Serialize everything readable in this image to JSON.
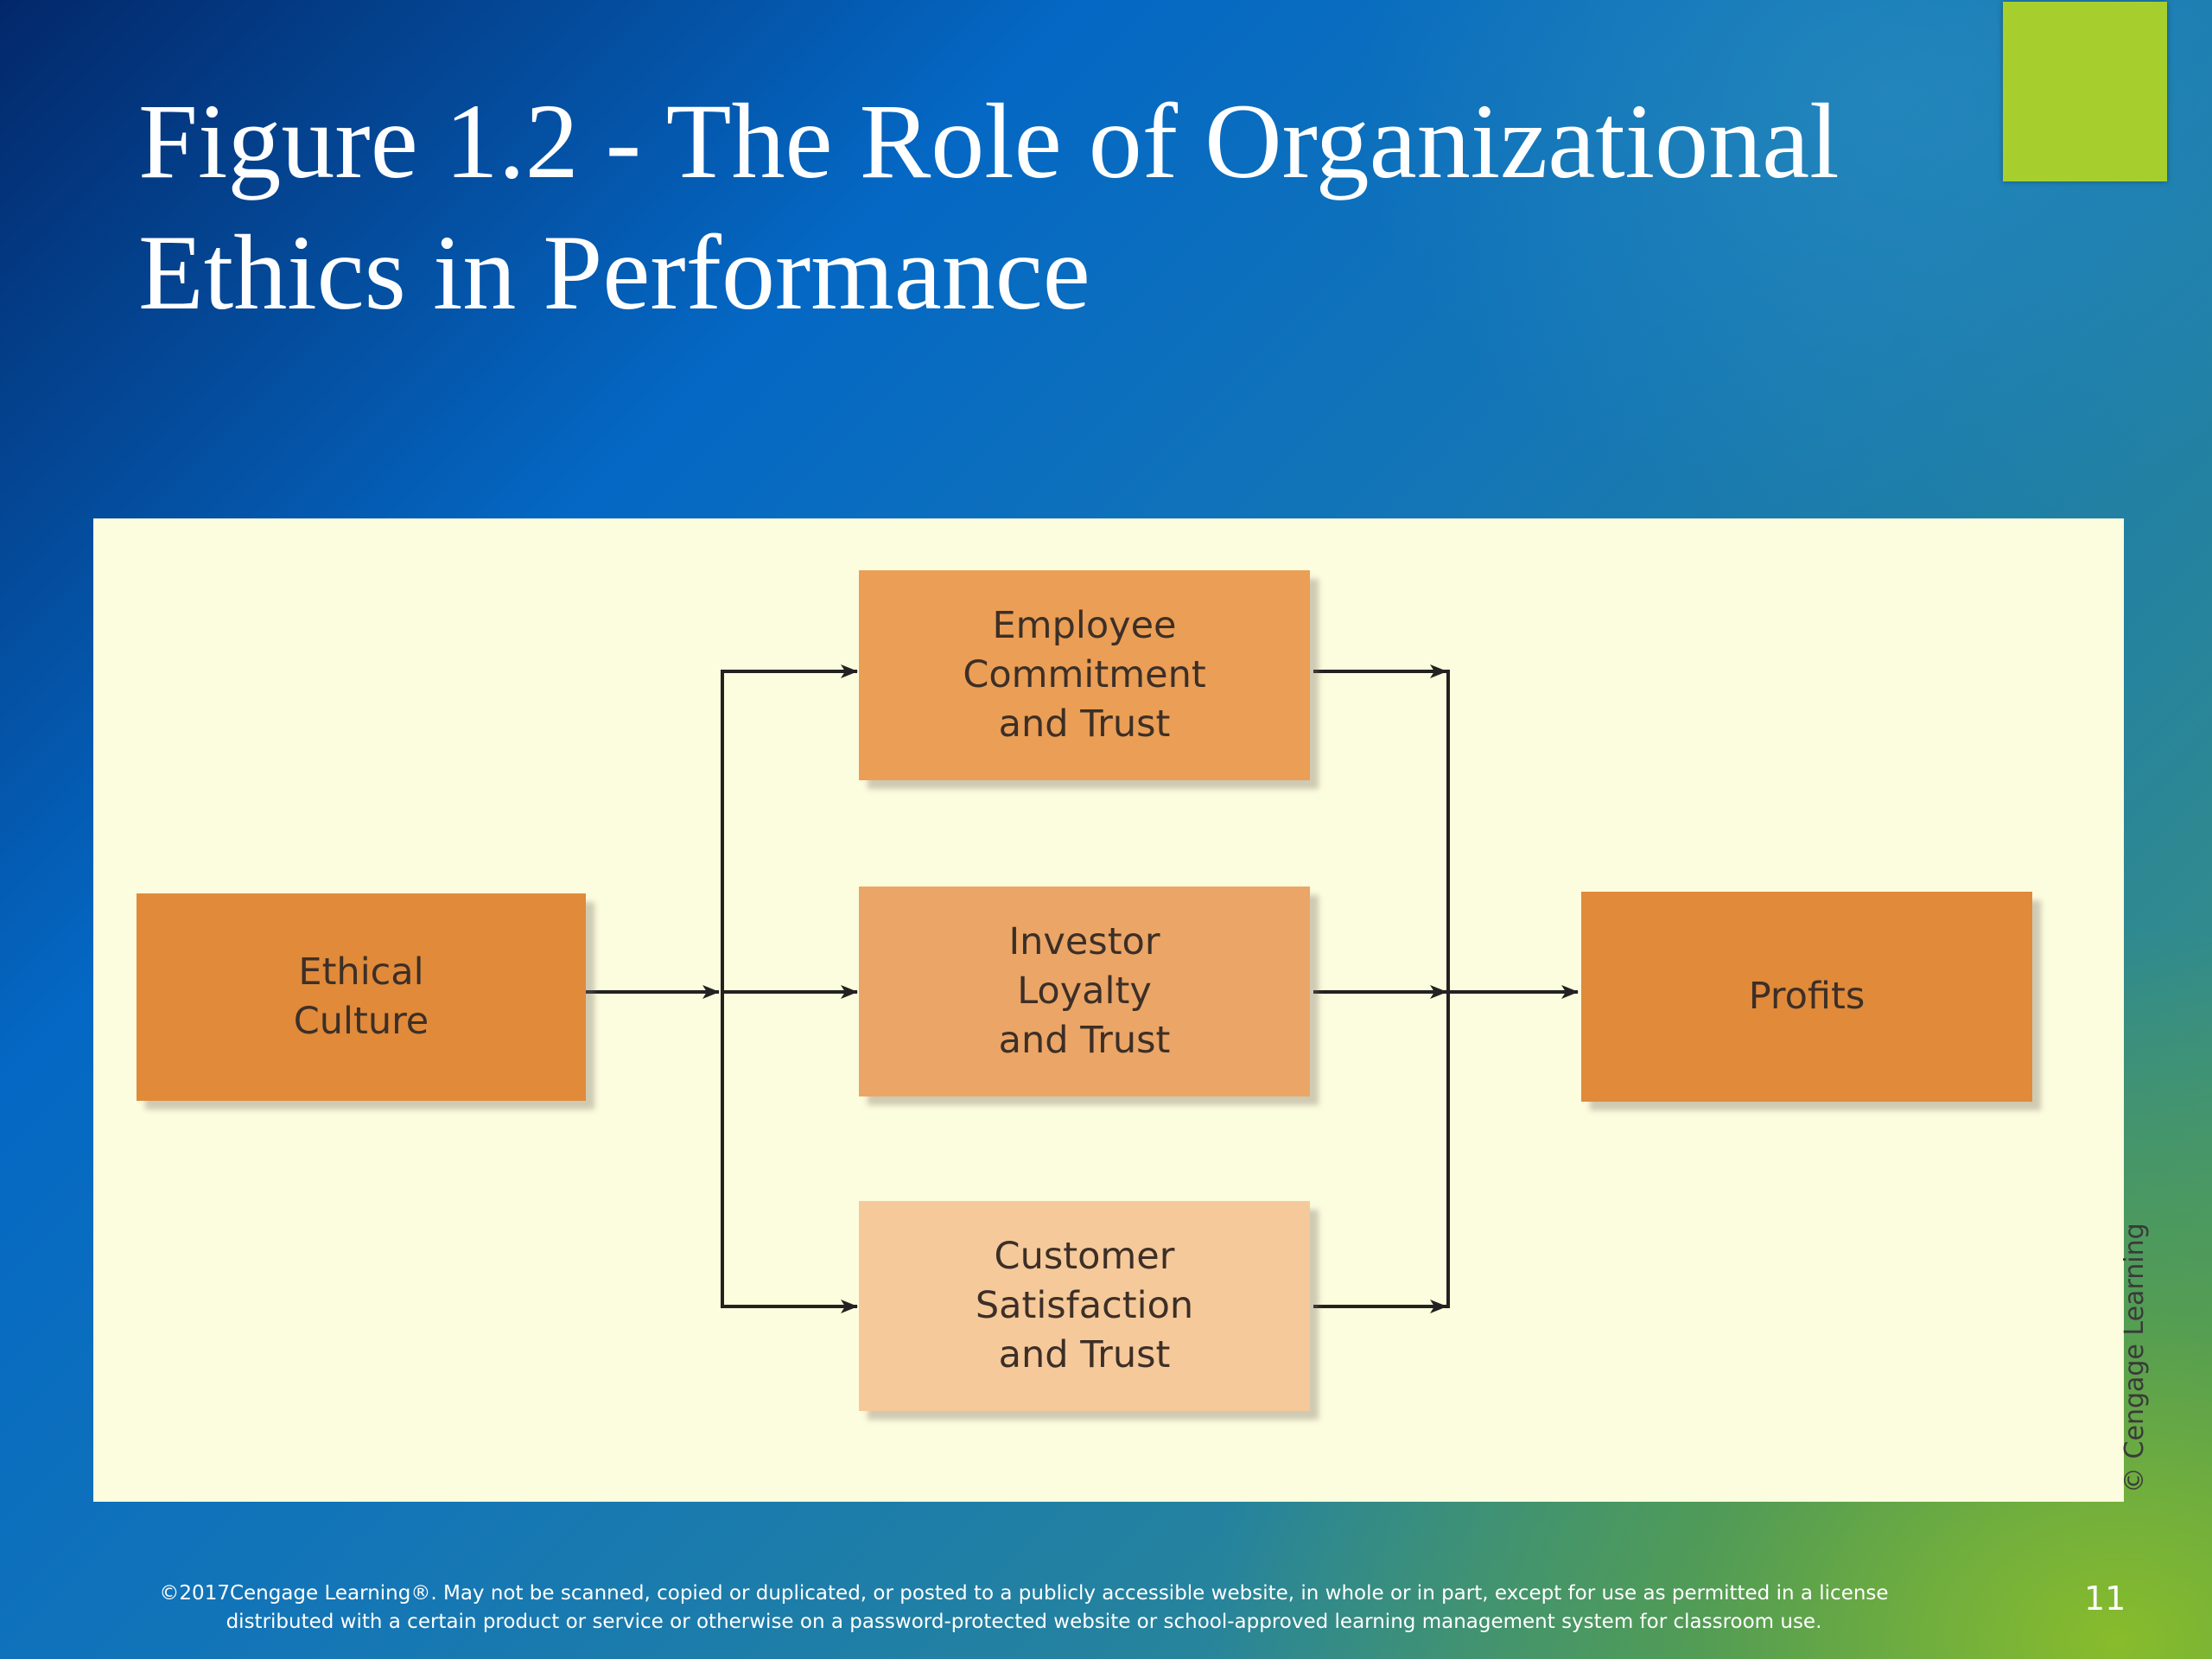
{
  "slide": {
    "title_line1": "Figure 1.2 - The Role of Organizational",
    "title_line2": "Ethics in Performance",
    "accent_color": "#a6cf2e",
    "page_number": "11"
  },
  "diagram": {
    "nodes": {
      "ethical_culture": {
        "label": "Ethical\nCulture",
        "color": "#e08a3a"
      },
      "employee": {
        "label": "Employee\nCommitment\nand Trust",
        "color": "#eb9e55"
      },
      "investor": {
        "label": "Investor\nLoyalty\nand Trust",
        "color": "#eba566"
      },
      "customer": {
        "label": "Customer\nSatisfaction\nand Trust",
        "color": "#f6c99a"
      },
      "profits": {
        "label": "Profits",
        "color": "#e08a3a"
      }
    },
    "credit": "© Cengage Learning"
  },
  "footer": {
    "line1": "©2017Cengage Learning®. May not be scanned, copied or duplicated, or posted to a publicly accessible website, in whole or in part, except for use as permitted in a license",
    "line2": "distributed with a certain product or service or otherwise on a password-protected website or school-approved learning management system for classroom use."
  }
}
